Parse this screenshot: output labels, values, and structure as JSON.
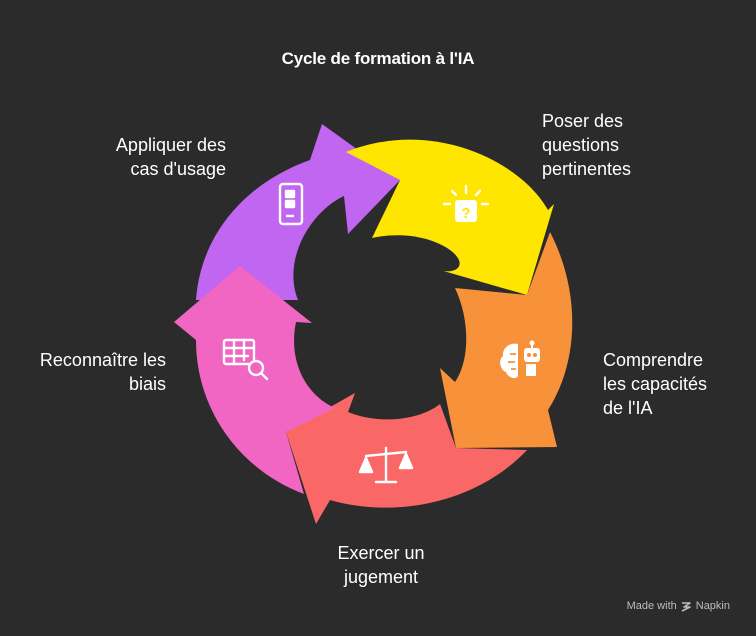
{
  "title": "Cycle de formation à l'IA",
  "steps": [
    {
      "label": "Poser des\nquestions\npertinentes",
      "icon": "question-lightbulb-icon",
      "color": "#FFE600"
    },
    {
      "label": "Comprendre\nles capacités\nde l'IA",
      "icon": "ai-brain-icon",
      "color": "#F7913A"
    },
    {
      "label": "Exercer un\njugement",
      "icon": "balance-scale-icon",
      "color": "#FA6767"
    },
    {
      "label": "Reconnaître les\nbiais",
      "icon": "table-search-icon",
      "color": "#F166C3"
    },
    {
      "label": "Appliquer des\ncas d'usage",
      "icon": "mobile-app-icon",
      "color": "#C066F0"
    }
  ],
  "footer": {
    "made_with": "Made with",
    "brand": "Napkin"
  }
}
